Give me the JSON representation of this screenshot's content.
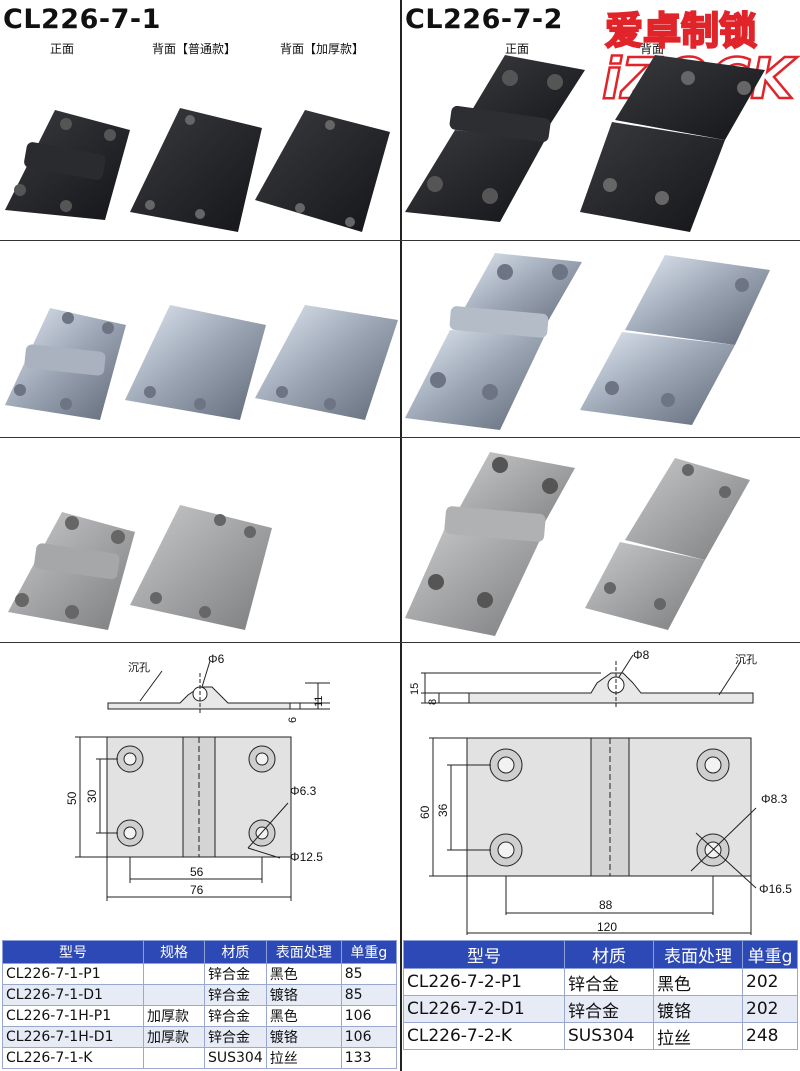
{
  "left": {
    "title": "CL226-7-1",
    "labels": {
      "front": "正面",
      "back_standard": "背面【普通款】",
      "back_thick": "背面【加厚款】"
    },
    "drawing": {
      "countersink": "沉孔",
      "pin_dia": "Φ6",
      "hole_dia": "Φ6.3",
      "csk_dia": "Φ12.5",
      "thickness": "6",
      "height_total": "11",
      "height": "50",
      "hole_spacing_v": "30",
      "hole_spacing_h": "56",
      "width": "76"
    },
    "table": {
      "headers": [
        "型号",
        "规格",
        "材质",
        "表面处理",
        "单重g"
      ],
      "rows": [
        [
          "CL226-7-1-P1",
          "",
          "锌合金",
          "黑色",
          "85"
        ],
        [
          "CL226-7-1-D1",
          "",
          "锌合金",
          "镀铬",
          "85"
        ],
        [
          "CL226-7-1H-P1",
          "加厚款",
          "锌合金",
          "黑色",
          "106"
        ],
        [
          "CL226-7-1H-D1",
          "加厚款",
          "锌合金",
          "镀铬",
          "106"
        ],
        [
          "CL226-7-1-K",
          "",
          "SUS304",
          "拉丝",
          "133"
        ]
      ]
    }
  },
  "right": {
    "title": "CL226-7-2",
    "labels": {
      "front": "正面",
      "back": "背面"
    },
    "drawing": {
      "countersink": "沉孔",
      "pin_dia": "Φ8",
      "hole_dia": "Φ8.3",
      "csk_dia": "Φ16.5",
      "height_total": "15",
      "thickness": "8",
      "height": "60",
      "hole_spacing_v": "36",
      "hole_spacing_h": "88",
      "width": "120"
    },
    "table": {
      "headers": [
        "型号",
        "材质",
        "表面处理",
        "单重g"
      ],
      "rows": [
        [
          "CL226-7-2-P1",
          "锌合金",
          "黑色",
          "202"
        ],
        [
          "CL226-7-2-D1",
          "锌合金",
          "镀铬",
          "202"
        ],
        [
          "CL226-7-2-K",
          "SUS304",
          "拉丝",
          "248"
        ]
      ]
    }
  },
  "logo": {
    "chinese": "爱卓制锁",
    "latin": "iZOCK",
    "color": "#e0242a"
  },
  "colors": {
    "table_header": "#2d49b5",
    "row_alt": "#e6ebf6"
  }
}
